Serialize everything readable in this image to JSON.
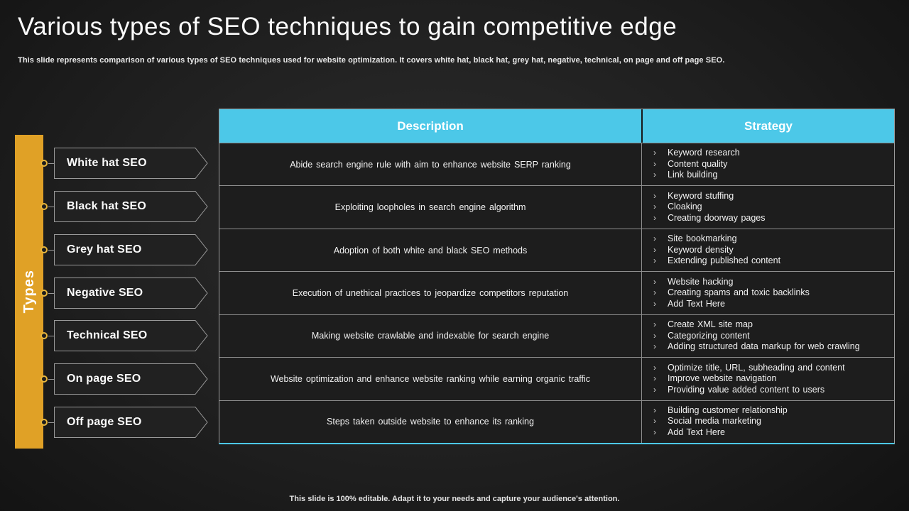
{
  "slide": {
    "title": "Various types of SEO techniques to gain competitive edge",
    "subtitle": "This slide represents comparison of various types of SEO techniques used for website optimization. It covers white hat, black hat, grey hat, negative, technical, on page and off page SEO.",
    "footer": "This slide is 100% editable. Adapt it to your needs and capture your audience's attention."
  },
  "types_label": "Types",
  "bullet_glyph": "›",
  "colors": {
    "accent_orange": "#e0a126",
    "accent_cyan": "#4cc8e8",
    "node_ring": "#e8b63c"
  },
  "table": {
    "headers": {
      "description": "Description",
      "strategy": "Strategy"
    },
    "rows": [
      {
        "type": "White hat SEO",
        "description": "Abide search engine rule with aim to enhance website SERP ranking",
        "strategies": [
          "Keyword research",
          "Content quality",
          "Link building"
        ]
      },
      {
        "type": "Black hat SEO",
        "description": "Exploiting loopholes in search engine algorithm",
        "strategies": [
          "Keyword stuffing",
          "Cloaking",
          "Creating doorway pages"
        ]
      },
      {
        "type": "Grey hat SEO",
        "description": "Adoption of both white and black SEO methods",
        "strategies": [
          "Site bookmarking",
          "Keyword density",
          "Extending published content"
        ]
      },
      {
        "type": "Negative SEO",
        "description": "Execution of unethical practices to jeopardize competitors reputation",
        "strategies": [
          "Website hacking",
          "Creating spams and toxic backlinks",
          "Add Text Here"
        ]
      },
      {
        "type": "Technical SEO",
        "description": "Making website crawlable and indexable for search engine",
        "strategies": [
          "Create XML site map",
          "Categorizing content",
          "Adding structured data markup for web crawling"
        ]
      },
      {
        "type": "On page SEO",
        "description": "Website optimization and enhance website ranking while earning organic traffic",
        "strategies": [
          "Optimize title, URL, subheading and content",
          "Improve website navigation",
          "Providing value added content to users"
        ]
      },
      {
        "type": "Off page SEO",
        "description": "Steps taken outside website to enhance its ranking",
        "strategies": [
          "Building customer relationship",
          "Social media marketing",
          "Add Text Here"
        ]
      }
    ]
  }
}
